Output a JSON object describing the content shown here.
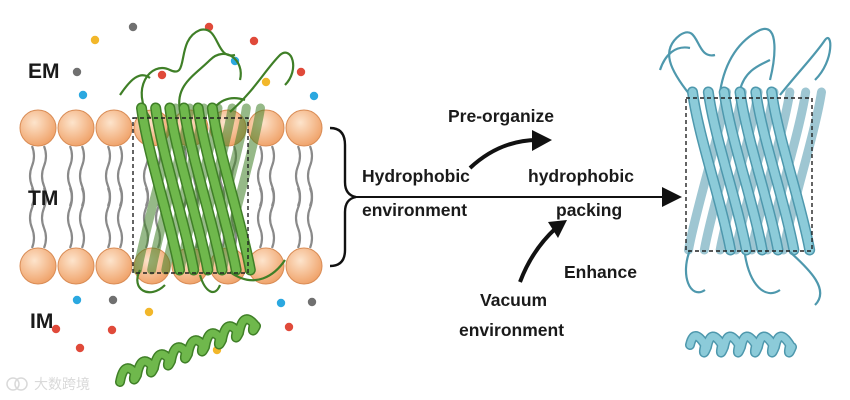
{
  "labels": {
    "em": "EM",
    "tm": "TM",
    "im": "IM",
    "pre_organize": "Pre-organize",
    "hydrophobic_env_line1": "Hydrophobic",
    "hydrophobic_env_line2": "environment",
    "hydrophobic_pack_line1": "hydrophobic",
    "hydrophobic_pack_line2": "packing",
    "enhance": "Enhance",
    "vacuum_line1": "Vacuum",
    "vacuum_line2": "environment"
  },
  "watermark": {
    "text": "大数跨境"
  },
  "colors": {
    "lipid_head": "#f3b07e",
    "lipid_head_edge": "#d98c55",
    "lipid_tail": "#8a8a8a",
    "membrane_protein": "#6fb84c",
    "membrane_protein_dark": "#3f7f27",
    "vacuum_protein": "#8ccbd9",
    "vacuum_protein_dark": "#4e98ad",
    "arrow": "#111111",
    "ion_red": "#e04a3a",
    "ion_blue": "#2ba8e0",
    "ion_gray": "#707070",
    "ion_yellow": "#f2b72a"
  },
  "icons": {
    "brace": "curly-brace-icon",
    "main_arrow": "right-arrow-icon",
    "curved_arrows": "curved-arrow-icon"
  }
}
